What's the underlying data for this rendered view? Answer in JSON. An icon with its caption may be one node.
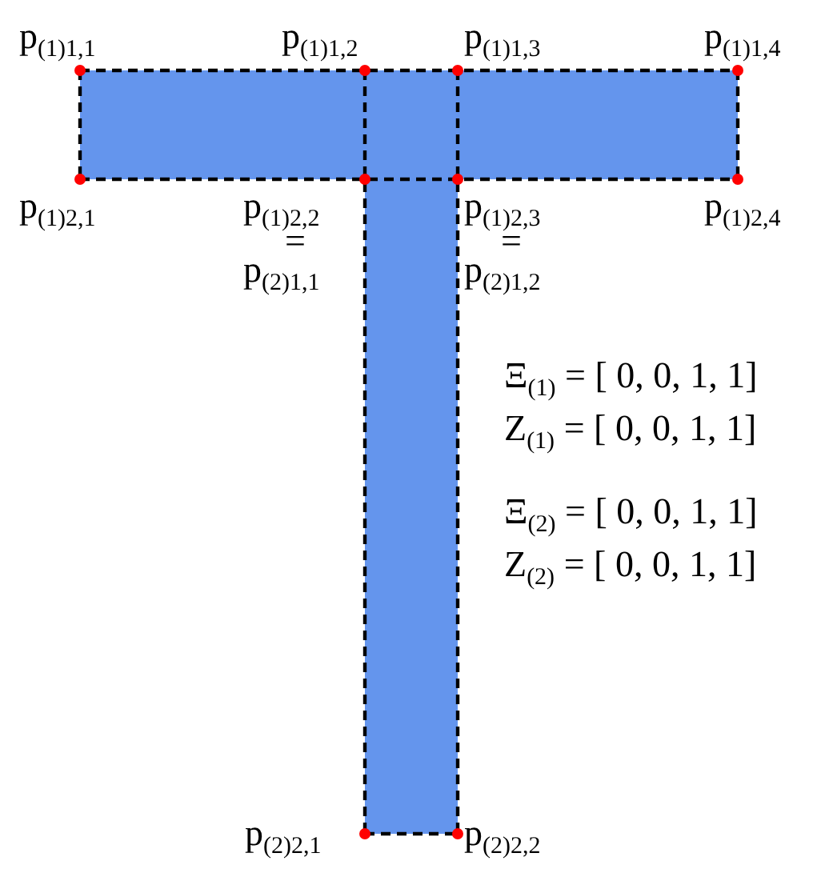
{
  "diagram": {
    "labels": [
      "p$_{(1)1,1}$",
      "p$_{(1)1,2}$",
      "p$_{(1)1,3}$",
      "p$_{(1)1,4}$",
      "p$_{(1)2,1}$",
      "p$_{(1)2,2}$",
      "p$_{(1)2,3}$",
      "p$_{(1)2,4}$",
      "=",
      "=",
      "p$_{(2)1,1}$",
      "p$_{(2)1,2}$",
      "Ξ$_{(1)}$ = [ 0, 0, 1, 1]",
      "Z$_{(1)}$ = [ 0, 0, 1, 1]",
      "Ξ$_{(2)}$ = [ 0, 0, 1, 1]",
      "Z$_{(2)}$ = [ 0, 0, 1, 1]",
      "p$_{(2)2,1}$",
      "p$_{(2)2,2}$"
    ]
  }
}
